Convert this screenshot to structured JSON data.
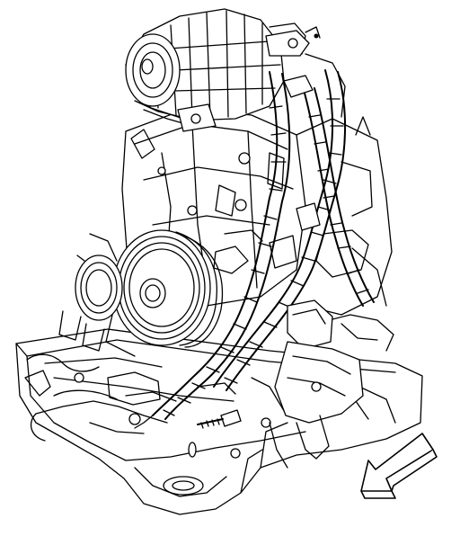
{
  "figure": {
    "style": "monochrome line-art technical illustration",
    "line_color": "#000000",
    "background_color": "#ffffff",
    "components": [
      "alternator",
      "mounting-bracket",
      "power-steering-pulley",
      "crankshaft-seal",
      "wiring-harness",
      "engine-mount",
      "frame-crossmember",
      "mount-bolt",
      "view-direction-arrow"
    ],
    "view_arrow_direction": "down-left"
  }
}
